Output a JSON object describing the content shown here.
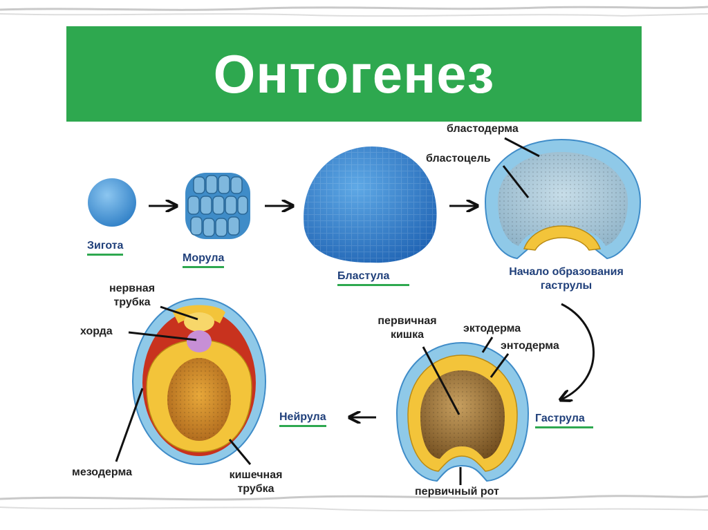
{
  "title": "Онтогенез",
  "stages": {
    "zygote": "Зигота",
    "morula": "Морула",
    "blastula": "Бластула",
    "gastrulation_start": "Начало образования\nгаструлы",
    "gastrula": "Гаструла",
    "neurula": "Нейрула"
  },
  "parts": {
    "blastoderm": "бластодерма",
    "blastocoel": "бластоцель",
    "primary_gut": "первичная\nкишка",
    "ectoderm": "эктодерма",
    "endoderm": "энтодерма",
    "primary_mouth": "первичный рот",
    "neural_tube": "нервная\nтрубка",
    "chord": "хорда",
    "mesoderm": "мезодерма",
    "gut_tube": "кишечная\nтрубка"
  },
  "colors": {
    "banner": "#2ea84f",
    "underline": "#2ea84f",
    "cell_blue": "#4a90d0",
    "ectoderm_blue": "#8fc9e8",
    "endoderm_yellow": "#f3c43a",
    "mesoderm_red": "#c8321e",
    "chord_purple": "#c78fd6"
  }
}
